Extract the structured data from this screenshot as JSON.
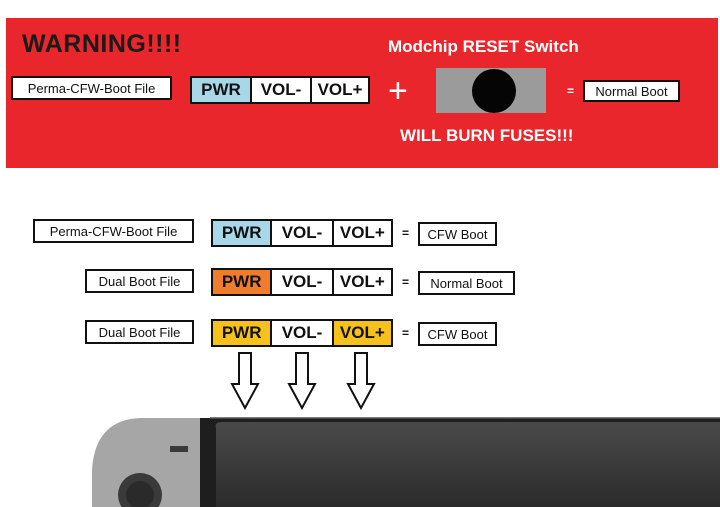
{
  "banner": {
    "warning": "WARNING!!!!",
    "modchip_title": "Modchip RESET Switch",
    "file_label": "Perma-CFW-Boot File",
    "buttons": [
      "PWR",
      "VOL-",
      "VOL+"
    ],
    "plus": "+",
    "equals": "=",
    "result": "Normal Boot",
    "burn_warning": "WILL BURN FUSES!!!"
  },
  "rows": [
    {
      "file": "Perma-CFW-Boot File",
      "buttons": [
        "PWR",
        "VOL-",
        "VOL+"
      ],
      "highlight": [
        true,
        false,
        false
      ],
      "highlight_color": "#a8d8e8",
      "equals": "=",
      "result": "CFW Boot"
    },
    {
      "file": "Dual Boot File",
      "buttons": [
        "PWR",
        "VOL-",
        "VOL+"
      ],
      "highlight": [
        true,
        false,
        false
      ],
      "highlight_color": "#f07d2b",
      "equals": "=",
      "result": "Normal Boot"
    },
    {
      "file": "Dual Boot File",
      "buttons": [
        "PWR",
        "VOL-",
        "VOL+"
      ],
      "highlight": [
        true,
        false,
        true
      ],
      "highlight_color": "#f5c11a",
      "equals": "=",
      "result": "CFW Boot"
    }
  ],
  "colors": {
    "banner_red": "#e8262b",
    "pwr_blue": "#a8d8e8",
    "orange": "#f07d2b",
    "yellow": "#f5c11a",
    "switch_gray": "#9b9b9b",
    "device_gray": "#a6a6a6",
    "screen_dark": "#333333"
  },
  "icons": [
    "down-arrow-icon",
    "reset-switch-icon",
    "plus-icon"
  ]
}
